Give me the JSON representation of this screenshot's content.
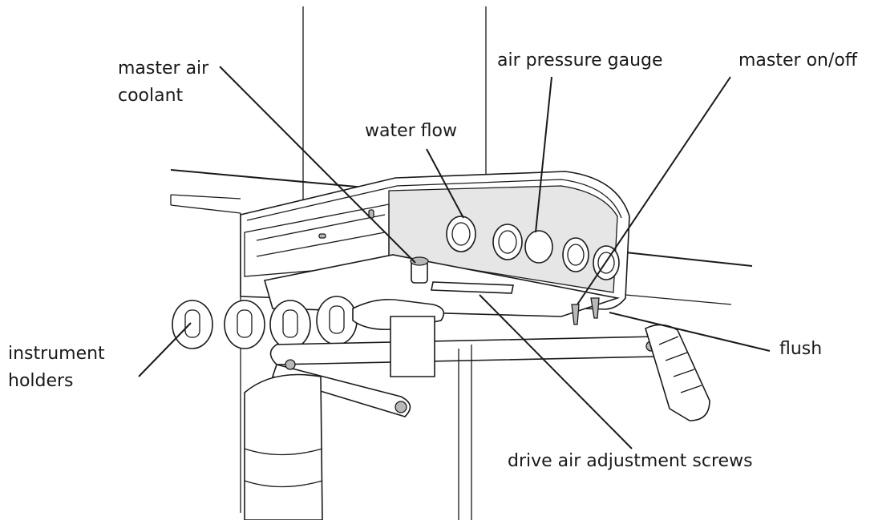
{
  "labels": {
    "master_air_coolant_line1": "master air",
    "master_air_coolant_line2": "coolant",
    "water_flow": "water flow",
    "air_pressure_gauge": "air pressure gauge",
    "master_on_off": "master on/off",
    "instrument_holders_line1": "instrument",
    "instrument_holders_line2": "holders",
    "flush": "flush",
    "drive_air_adjustment_screws": "drive air adjustment screws"
  },
  "colors": {
    "ink": "#1a1a1a",
    "fill": "#ffffff",
    "shade": "#e6e6e6"
  }
}
